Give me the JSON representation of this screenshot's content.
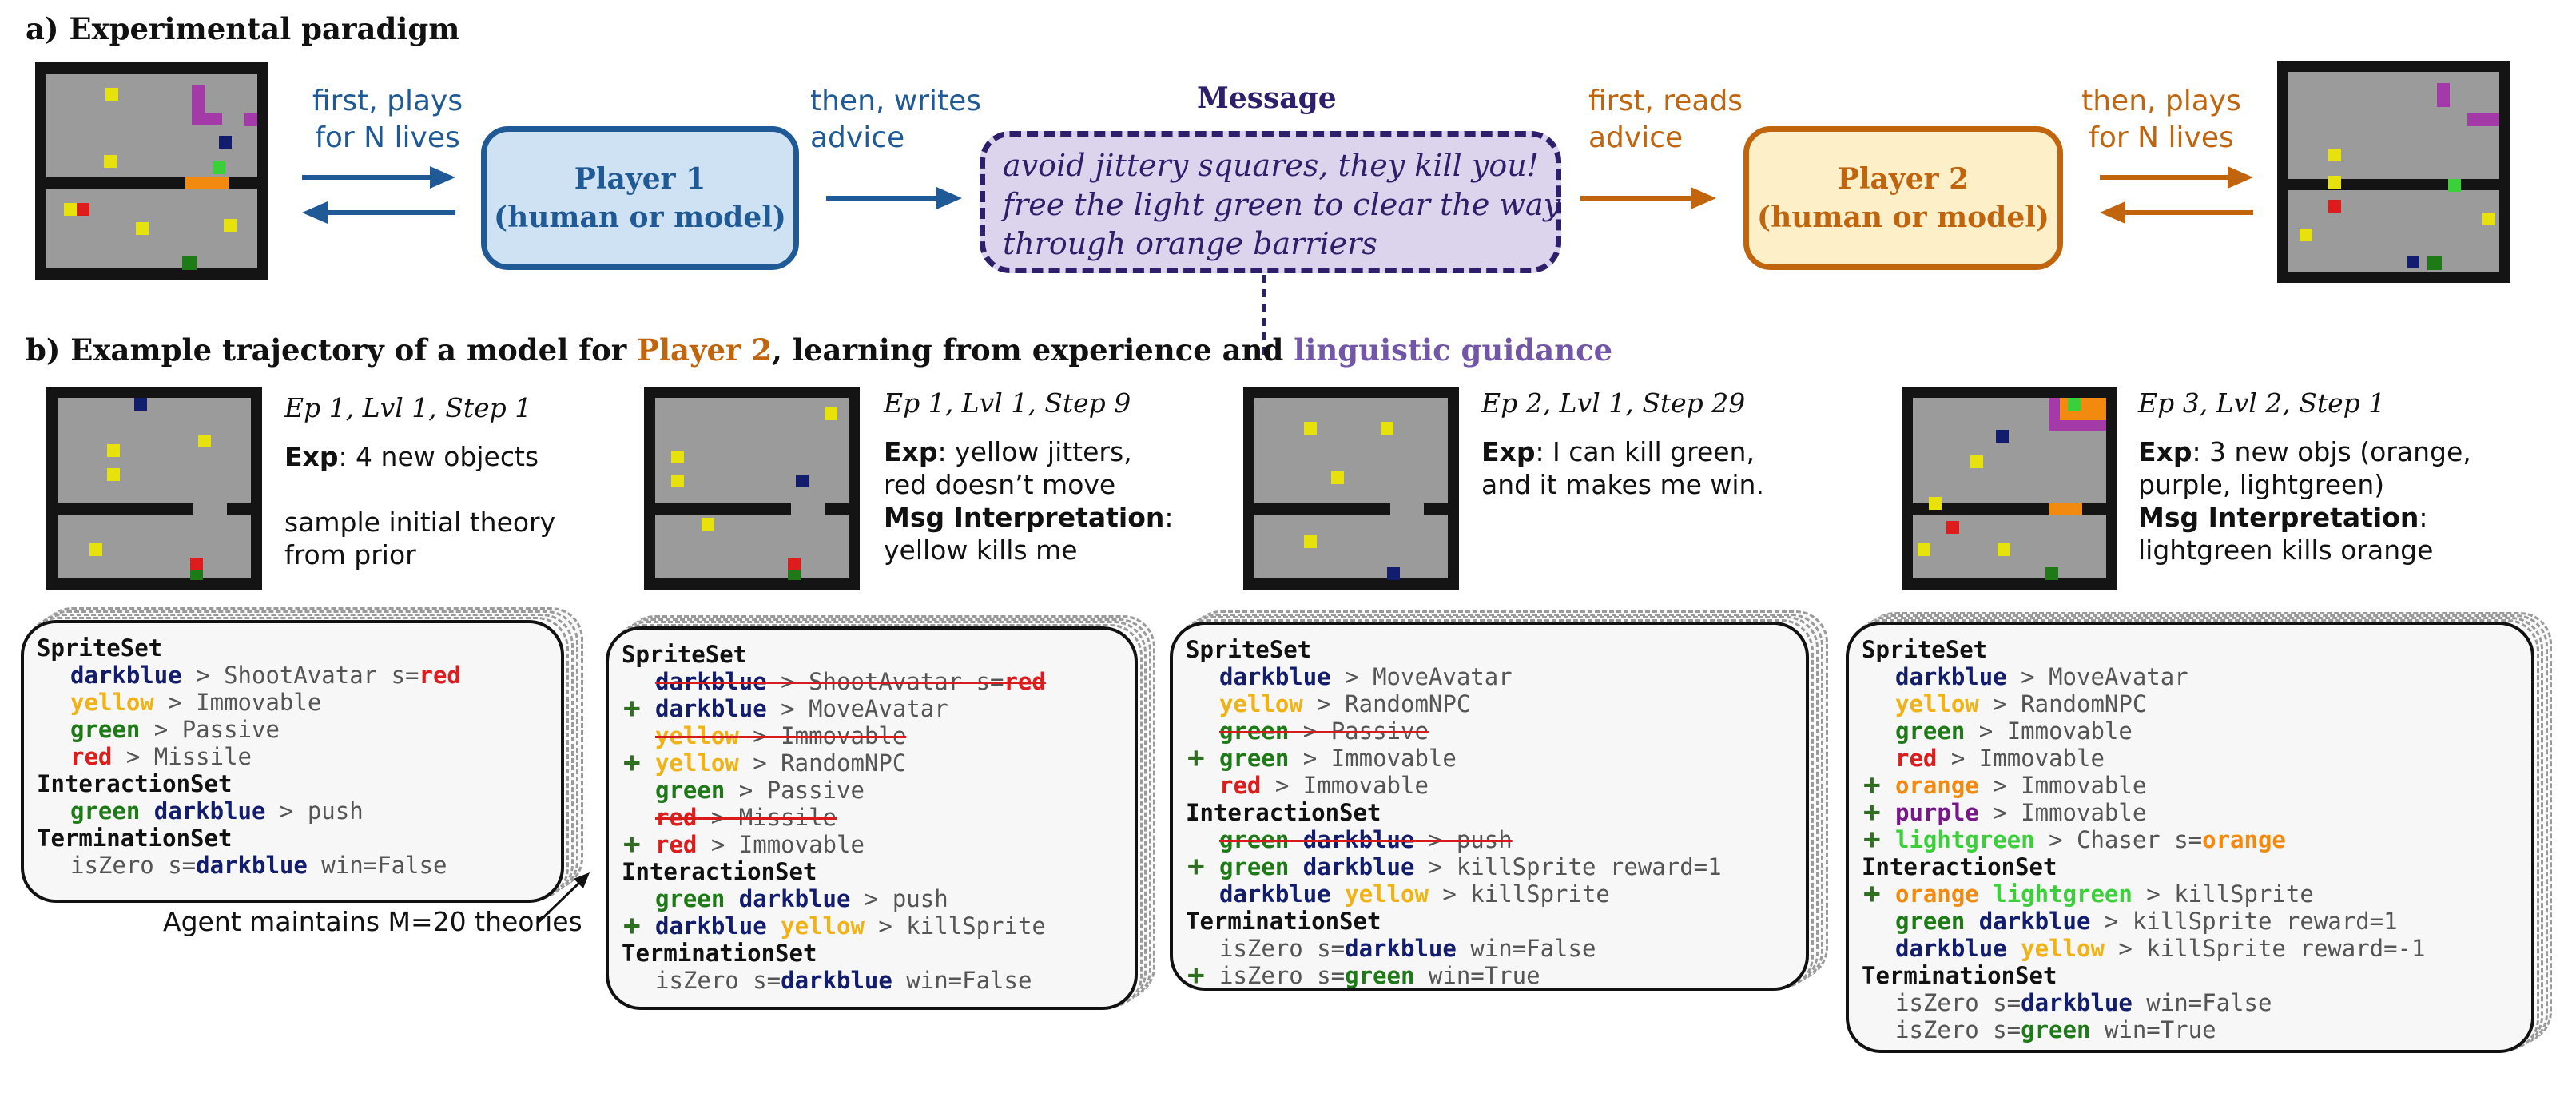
{
  "colors": {
    "darkblue": "#121d6e",
    "yellow": "#f0b215",
    "green": "#1e7a16",
    "red": "#de1c1c",
    "orange": "#f38a10",
    "purple": "#7a168c",
    "lightgreen": "#3bd03a",
    "player1_blue": "#1f5a96",
    "player2_orange": "#c0650e",
    "message_purple": "#2d1f6a",
    "guidance_purple": "#7257a8",
    "plus_green": "#2f6f22",
    "strike_red": "#d81b1b"
  },
  "panel_a": {
    "title": "a) Experimental paradigm",
    "p1_left_label": [
      "first, plays",
      "for N lives"
    ],
    "p1_box": [
      "Player 1",
      "(human or model)"
    ],
    "p1_right_label": [
      "then, writes",
      "advice"
    ],
    "message_title": "Message",
    "message_lines": [
      "avoid jittery squares, they kill you!",
      "free the light green to clear the way",
      "through orange barriers"
    ],
    "p2_left_label": [
      "first, reads",
      "advice"
    ],
    "p2_box": [
      "Player 2",
      "(human or model)"
    ],
    "p2_right_label": [
      "then, plays",
      "for N lives"
    ]
  },
  "panel_b": {
    "title_parts": [
      "b) Example trajectory of a model for ",
      "Player 2",
      ",  learning from experience and ",
      "linguistic guidance"
    ],
    "agent_note": "Agent maintains M=20 theories",
    "steps": [
      {
        "step": "Ep 1, Lvl 1, Step 1",
        "lines": [
          {
            "b": "Exp",
            "t": ": 4 new objects"
          },
          {
            "t": ""
          },
          {
            "t": "sample initial theory"
          },
          {
            "t": "from prior"
          }
        ],
        "theory": [
          {
            "h": "SpriteSet"
          },
          {
            "p": [
              [
                "darkblue",
                "darkblue"
              ],
              [
                "",
                " > ShootAvatar s="
              ],
              [
                "red",
                "red"
              ]
            ]
          },
          {
            "p": [
              [
                "yellow",
                "yellow"
              ],
              [
                "",
                " > Immovable"
              ]
            ]
          },
          {
            "p": [
              [
                "green",
                "green"
              ],
              [
                "",
                " > Passive"
              ]
            ]
          },
          {
            "p": [
              [
                "red",
                "red"
              ],
              [
                "",
                " > Missile"
              ]
            ]
          },
          {
            "h": "InteractionSet"
          },
          {
            "p": [
              [
                "green",
                "green"
              ],
              [
                "",
                " "
              ],
              [
                "darkblue",
                "darkblue"
              ],
              [
                "",
                " > push"
              ]
            ]
          },
          {
            "h": "TerminationSet"
          },
          {
            "p": [
              [
                "",
                "isZero s="
              ],
              [
                "darkblue",
                "darkblue"
              ],
              [
                "",
                " win=False"
              ]
            ]
          }
        ]
      },
      {
        "step": "Ep 1, Lvl 1, Step 9",
        "lines": [
          {
            "b": "Exp",
            "t": ": yellow jitters,"
          },
          {
            "t": "  red doesn’t move"
          },
          {
            "b": "Msg Interpretation",
            "t": ":"
          },
          {
            "t": "  yellow kills me"
          }
        ],
        "theory": [
          {
            "h": "SpriteSet"
          },
          {
            "s": 1,
            "p": [
              [
                "darkblue",
                "darkblue"
              ],
              [
                "",
                " > ShootAvatar s="
              ],
              [
                "red",
                "red"
              ]
            ]
          },
          {
            "a": 1,
            "p": [
              [
                "darkblue",
                "darkblue"
              ],
              [
                "",
                " > MoveAvatar"
              ]
            ]
          },
          {
            "s": 1,
            "p": [
              [
                "yellow",
                "yellow"
              ],
              [
                "",
                " > Immovable"
              ]
            ]
          },
          {
            "a": 1,
            "p": [
              [
                "yellow",
                "yellow"
              ],
              [
                "",
                " > RandomNPC"
              ]
            ]
          },
          {
            "p": [
              [
                "green",
                "green"
              ],
              [
                "",
                " > Passive"
              ]
            ]
          },
          {
            "s": 1,
            "p": [
              [
                "red",
                "red"
              ],
              [
                "",
                " > Missile"
              ]
            ]
          },
          {
            "a": 1,
            "p": [
              [
                "red",
                "red"
              ],
              [
                "",
                " > Immovable"
              ]
            ]
          },
          {
            "h": "InteractionSet"
          },
          {
            "p": [
              [
                "green",
                "green"
              ],
              [
                "",
                " "
              ],
              [
                "darkblue",
                "darkblue"
              ],
              [
                "",
                " > push"
              ]
            ]
          },
          {
            "a": 1,
            "p": [
              [
                "darkblue",
                "darkblue"
              ],
              [
                "",
                " "
              ],
              [
                "yellow",
                "yellow"
              ],
              [
                "",
                " > killSprite"
              ]
            ]
          },
          {
            "h": "TerminationSet"
          },
          {
            "p": [
              [
                "",
                "isZero s="
              ],
              [
                "darkblue",
                "darkblue"
              ],
              [
                "",
                " win=False"
              ]
            ]
          }
        ]
      },
      {
        "step": "Ep 2, Lvl 1, Step 29",
        "lines": [
          {
            "b": "Exp",
            "t": ": I can kill green,"
          },
          {
            "t": "  and it makes me win."
          }
        ],
        "theory": [
          {
            "h": "SpriteSet"
          },
          {
            "p": [
              [
                "darkblue",
                "darkblue"
              ],
              [
                "",
                " > MoveAvatar"
              ]
            ]
          },
          {
            "p": [
              [
                "yellow",
                "yellow"
              ],
              [
                "",
                " > RandomNPC"
              ]
            ]
          },
          {
            "s": 1,
            "p": [
              [
                "green",
                "green"
              ],
              [
                "",
                " > Passive"
              ]
            ]
          },
          {
            "a": 1,
            "p": [
              [
                "green",
                "green"
              ],
              [
                "",
                " > Immovable"
              ]
            ]
          },
          {
            "p": [
              [
                "red",
                "red"
              ],
              [
                "",
                " > Immovable"
              ]
            ]
          },
          {
            "h": "InteractionSet"
          },
          {
            "s": 1,
            "p": [
              [
                "green",
                "green"
              ],
              [
                "",
                " "
              ],
              [
                "darkblue",
                "darkblue"
              ],
              [
                "",
                " > push"
              ]
            ]
          },
          {
            "a": 1,
            "p": [
              [
                "green",
                "green"
              ],
              [
                "",
                " "
              ],
              [
                "darkblue",
                "darkblue"
              ],
              [
                "",
                " > killSprite reward=1"
              ]
            ]
          },
          {
            "p": [
              [
                "darkblue",
                "darkblue"
              ],
              [
                "",
                " "
              ],
              [
                "yellow",
                "yellow"
              ],
              [
                "",
                " > killSprite"
              ]
            ]
          },
          {
            "h": "TerminationSet"
          },
          {
            "p": [
              [
                "",
                "isZero s="
              ],
              [
                "darkblue",
                "darkblue"
              ],
              [
                "",
                " win=False"
              ]
            ]
          },
          {
            "a": 1,
            "p": [
              [
                "",
                "isZero s="
              ],
              [
                "green",
                "green"
              ],
              [
                "",
                " win=True"
              ]
            ]
          }
        ]
      },
      {
        "step": "Ep 3, Lvl 2, Step 1",
        "lines": [
          {
            "b": "Exp",
            "t": ": 3 new objs (orange,"
          },
          {
            "t": "purple, lightgreen)"
          },
          {
            "b": "Msg Interpretation",
            "t": ":"
          },
          {
            "t": "  lightgreen kills orange"
          }
        ],
        "theory": [
          {
            "h": "SpriteSet"
          },
          {
            "p": [
              [
                "darkblue",
                "darkblue"
              ],
              [
                "",
                " > MoveAvatar"
              ]
            ]
          },
          {
            "p": [
              [
                "yellow",
                "yellow"
              ],
              [
                "",
                " > RandomNPC"
              ]
            ]
          },
          {
            "p": [
              [
                "green",
                "green"
              ],
              [
                "",
                " > Immovable"
              ]
            ]
          },
          {
            "p": [
              [
                "red",
                "red"
              ],
              [
                "",
                " > Immovable"
              ]
            ]
          },
          {
            "a": 1,
            "p": [
              [
                "orange",
                "orange"
              ],
              [
                "",
                " > Immovable"
              ]
            ]
          },
          {
            "a": 1,
            "p": [
              [
                "purple",
                "purple"
              ],
              [
                "",
                " > Immovable"
              ]
            ]
          },
          {
            "a": 1,
            "p": [
              [
                "lightgreen",
                "lightgreen"
              ],
              [
                "",
                " > Chaser s="
              ],
              [
                "orange",
                "orange"
              ]
            ]
          },
          {
            "h": "InteractionSet"
          },
          {
            "a": 1,
            "p": [
              [
                "orange",
                "orange"
              ],
              [
                "",
                " "
              ],
              [
                "lightgreen",
                "lightgreen"
              ],
              [
                "",
                " > killSprite"
              ]
            ]
          },
          {
            "p": [
              [
                "green",
                "green"
              ],
              [
                "",
                " "
              ],
              [
                "darkblue",
                "darkblue"
              ],
              [
                "",
                " > killSprite reward=1"
              ]
            ]
          },
          {
            "p": [
              [
                "darkblue",
                "darkblue"
              ],
              [
                "",
                " "
              ],
              [
                "yellow",
                "yellow"
              ],
              [
                "",
                " > killSprite reward=-1"
              ]
            ]
          },
          {
            "h": "TerminationSet"
          },
          {
            "p": [
              [
                "",
                "isZero s="
              ],
              [
                "darkblue",
                "darkblue"
              ],
              [
                "",
                " win=False"
              ]
            ]
          },
          {
            "p": [
              [
                "",
                "isZero s="
              ],
              [
                "green",
                "green"
              ],
              [
                "",
                " win=True"
              ]
            ]
          }
        ]
      }
    ]
  }
}
